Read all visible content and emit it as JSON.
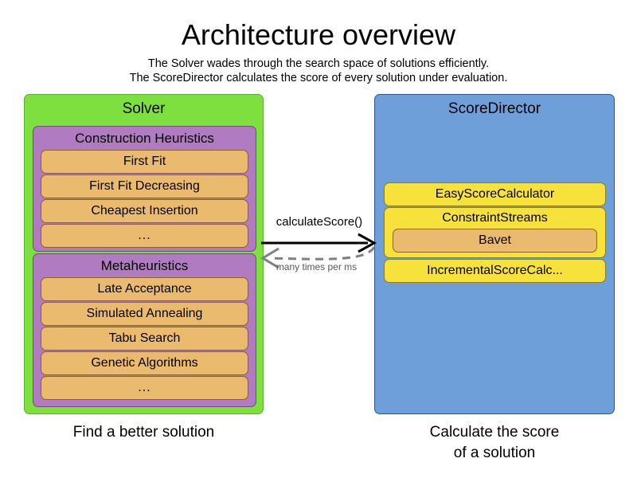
{
  "header": {
    "title": "Architecture overview",
    "subtitle_1": "The Solver wades through the search space of solutions efficiently.",
    "subtitle_2": "The ScoreDirector calculates the score of every solution under evaluation."
  },
  "solver": {
    "title": "Solver",
    "caption": "Find a better solution",
    "color": "#7DE03F",
    "groups": [
      {
        "title": "Construction Heuristics",
        "color": "#B07BC0",
        "items": [
          "First Fit",
          "First Fit Decreasing",
          "Cheapest Insertion",
          "..."
        ]
      },
      {
        "title": "Metaheuristics",
        "color": "#B07BC0",
        "items": [
          "Late Acceptance",
          "Simulated Annealing",
          "Tabu Search",
          "Genetic Algorithms",
          "..."
        ]
      }
    ]
  },
  "score_director": {
    "title": "ScoreDirector",
    "caption_line_1": "Calculate the score",
    "caption_line_2": "of a solution",
    "color": "#6F9FD8",
    "calculators": [
      {
        "label": "EasyScoreCalculator",
        "color": "#F7E23C",
        "children": []
      },
      {
        "label": "ConstraintStreams",
        "color": "#F7E23C",
        "children": [
          "Bavet"
        ]
      },
      {
        "label": "IncrementalScoreCalc...",
        "color": "#F7E23C",
        "children": []
      }
    ]
  },
  "arrows": {
    "forward_label": "calculateScore()",
    "forward_style": "solid",
    "forward_color": "#000000",
    "back_label": "many times per ms",
    "back_style": "dashed",
    "back_color": "#808080"
  },
  "colors": {
    "item_box": "#EABA6E",
    "background": "#FFFFFF"
  }
}
